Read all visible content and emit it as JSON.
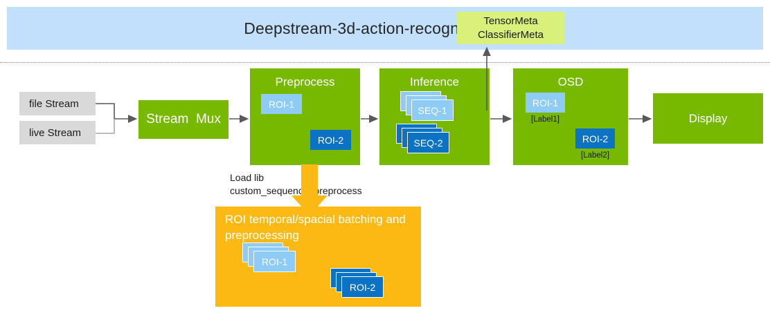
{
  "header": {
    "title": "Deepstream-3d-action-recognition  App",
    "band_color": "#c2e0fb"
  },
  "meta_box": {
    "line1": "TensorMeta",
    "line2": "ClassifierMeta",
    "color": "#d9f07a"
  },
  "sources": [
    {
      "label": "file Stream"
    },
    {
      "label": "live Stream"
    }
  ],
  "pipeline": {
    "streammux": {
      "title": "Stream  Mux"
    },
    "preprocess": {
      "title": "Preprocess",
      "chips": [
        {
          "label": "ROI-1",
          "style": "light"
        },
        {
          "label": "ROI-2",
          "style": "dark"
        }
      ]
    },
    "inference": {
      "title": "Inference",
      "chips": [
        {
          "label": "SEQ-1",
          "style": "light"
        },
        {
          "label": "SEQ-2",
          "style": "dark"
        }
      ]
    },
    "osd": {
      "title": "OSD",
      "chips": [
        {
          "label": "ROI-1",
          "style": "light",
          "caption": "[Label1]"
        },
        {
          "label": "ROI-2",
          "style": "dark",
          "caption": "[Label2]"
        }
      ]
    },
    "display": {
      "title": "Display"
    }
  },
  "load_lib": {
    "text": "Load lib\ncustom_sequence_preprocess"
  },
  "custom_lib": {
    "title": "ROI temporal/spacial batching and preprocessing",
    "chips": [
      {
        "label": "ROI-1",
        "style": "light"
      },
      {
        "label": "ROI-2",
        "style": "dark"
      }
    ]
  },
  "colors": {
    "green": "#76b900",
    "orange": "#fdb913",
    "chip_light": "#8ecbf5",
    "chip_dark": "#0b72c4",
    "grey": "#d9d9d9"
  }
}
